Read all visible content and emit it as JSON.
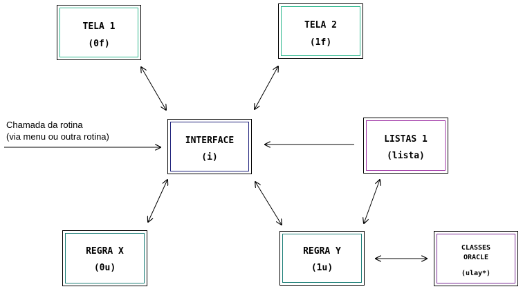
{
  "diagram": {
    "nodes": [
      {
        "id": "tela1",
        "line1": "TELA 1",
        "line2": "(0f)",
        "accent": "#2fb88e"
      },
      {
        "id": "tela2",
        "line1": "TELA 2",
        "line2": "(1f)",
        "accent": "#2fb88e"
      },
      {
        "id": "interface",
        "line1": "INTERFACE",
        "line2": "(i)",
        "accent": "#1c1f7a"
      },
      {
        "id": "listas1",
        "line1": "LISTAS 1",
        "line2": "(lista)",
        "accent": "#a23aa8"
      },
      {
        "id": "regrax",
        "line1": "REGRA X",
        "line2": "(0u)",
        "accent": "#1e7f78"
      },
      {
        "id": "regray",
        "line1": "REGRA Y",
        "line2": "(1u)",
        "accent": "#1e7f78"
      },
      {
        "id": "classes",
        "line1": "CLASSES",
        "line2": "ORACLE",
        "line3": "(ulay*)",
        "accent": "#7a2a95"
      }
    ],
    "caption": {
      "line1": "Chamada da rotina",
      "line2": "(via menu ou outra rotina)"
    }
  }
}
